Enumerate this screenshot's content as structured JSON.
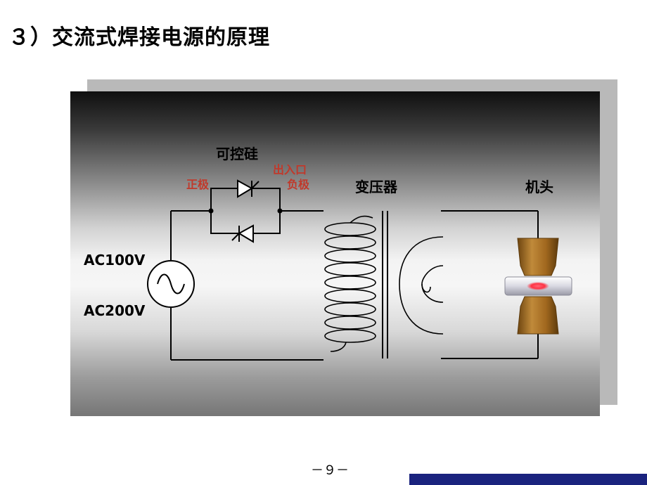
{
  "title": "３）交流式焊接电源的原理",
  "diagram": {
    "labels": {
      "scr": "可控硅",
      "anode": "正极",
      "output_top": "出入口",
      "cathode": "负极",
      "transformer": "变压器",
      "head": "机头",
      "ac100": "AC100V",
      "ac200": "AC200V"
    },
    "colors": {
      "red_label": "#c0392b",
      "electrode": "#a0671e",
      "weld_spot": "#ff3344"
    }
  },
  "footer": {
    "page_number": "－９－"
  }
}
